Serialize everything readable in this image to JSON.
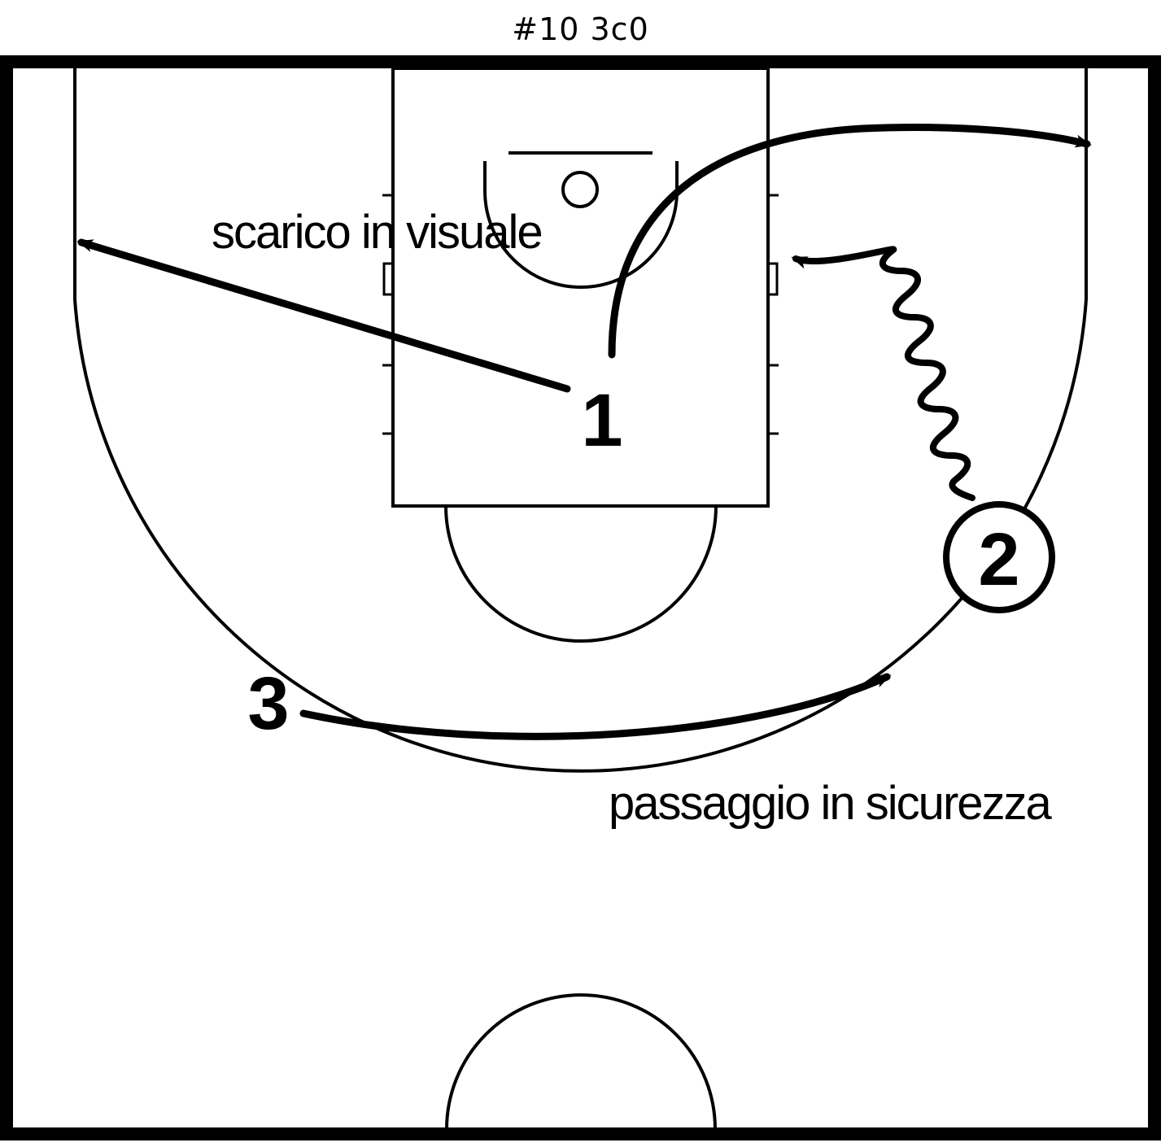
{
  "title": "#10 3c0",
  "annotations": {
    "pass_1": "scarico in visuale",
    "pass_2": "passaggio in sicurezza"
  },
  "players": {
    "p1": "1",
    "p2": "2",
    "p3": "3"
  },
  "colors": {
    "lines": "#000000",
    "background": "#ffffff"
  }
}
